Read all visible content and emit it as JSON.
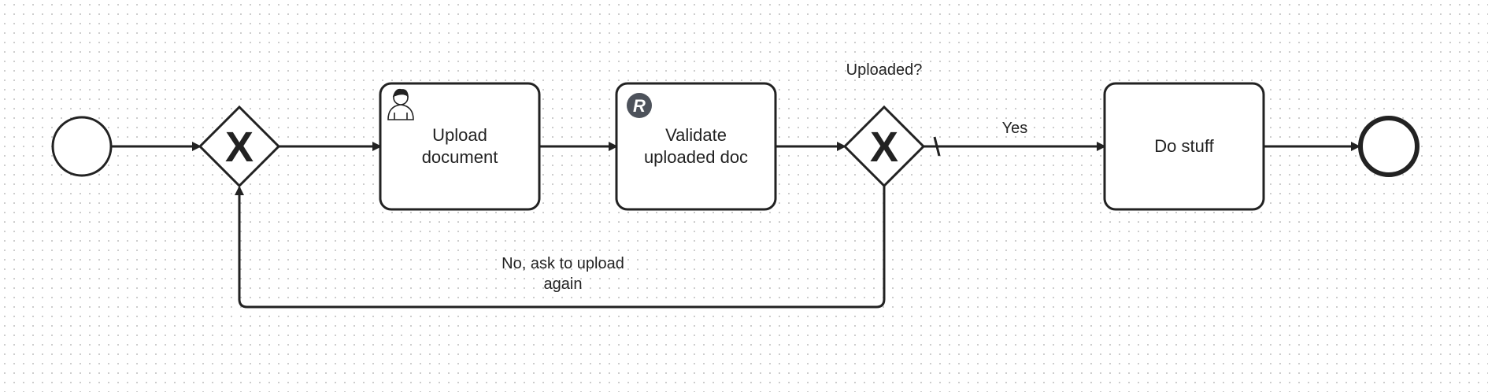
{
  "diagram": {
    "type": "bpmn-process",
    "events": [
      {
        "id": "start",
        "kind": "start-event",
        "label": ""
      },
      {
        "id": "end",
        "kind": "end-event",
        "label": ""
      }
    ],
    "gateways": [
      {
        "id": "gw-merge",
        "kind": "exclusive-gateway",
        "marker": "X",
        "label": ""
      },
      {
        "id": "gw-decision",
        "kind": "exclusive-gateway",
        "marker": "X",
        "label": "Uploaded?"
      }
    ],
    "tasks": [
      {
        "id": "upload",
        "kind": "user-task",
        "icon": "user-icon",
        "lines": [
          "Upload",
          "document"
        ]
      },
      {
        "id": "validate",
        "kind": "rule-task",
        "icon": "rule-r-icon",
        "icon_glyph": "R",
        "lines": [
          "Validate",
          "uploaded doc"
        ]
      },
      {
        "id": "dostuff",
        "kind": "task",
        "icon": "",
        "lines": [
          "Do stuff"
        ]
      }
    ],
    "flows": [
      {
        "from": "start",
        "to": "gw-merge",
        "label": ""
      },
      {
        "from": "gw-merge",
        "to": "upload",
        "label": ""
      },
      {
        "from": "upload",
        "to": "validate",
        "label": ""
      },
      {
        "from": "validate",
        "to": "gw-decision",
        "label": ""
      },
      {
        "from": "gw-decision",
        "to": "dostuff",
        "label": "Yes",
        "default": true
      },
      {
        "from": "dostuff",
        "to": "end",
        "label": ""
      },
      {
        "from": "gw-decision",
        "to": "gw-merge",
        "label_lines": [
          "No, ask to upload",
          "again"
        ]
      }
    ],
    "colors": {
      "stroke": "#222222",
      "fill": "#ffffff",
      "grid_dot": "#c9c9c9",
      "icon_badge": "#4d525b"
    }
  }
}
